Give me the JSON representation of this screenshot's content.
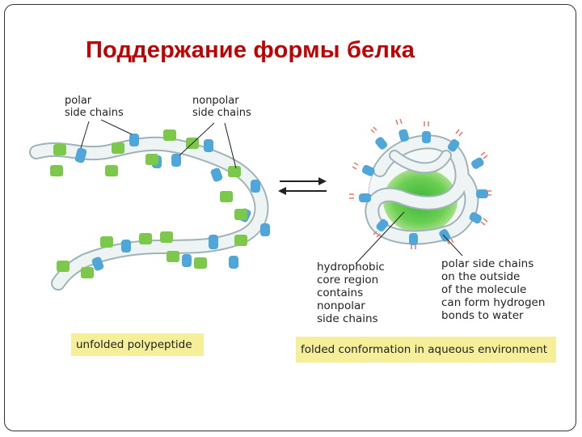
{
  "slide": {
    "title": "Поддержание формы белка",
    "title_color": "#c00000"
  },
  "unfolded": {
    "label_polar": "polar\nside chains",
    "label_nonpolar": "nonpolar\nside chains",
    "caption": "unfolded polypeptide"
  },
  "folded": {
    "label_core": "hydrophobic\ncore region\ncontains\nnonpolar\nside chains",
    "label_surface": "polar side chains\non the outside\nof the molecule\ncan form hydrogen\nbonds to water",
    "caption": "folded conformation in aqueous environment"
  },
  "colors": {
    "caption_bg": "#f6ef9a",
    "polar": "#4fa6d8",
    "nonpolar": "#7cc84a",
    "backbone": "#eef4f4",
    "water": "#e8756c"
  },
  "icons": [
    "equilibrium-arrows-icon"
  ]
}
